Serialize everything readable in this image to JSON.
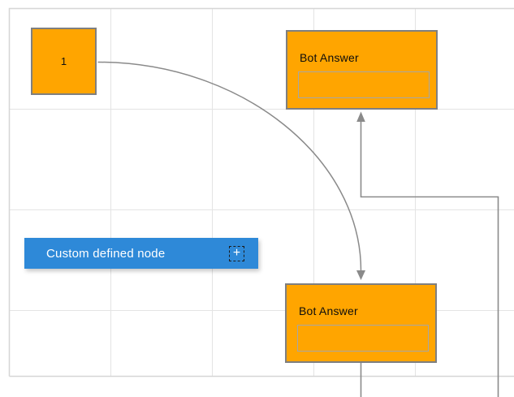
{
  "canvas": {
    "background": "#ffffff",
    "grid_color": "#e4e4e4",
    "page_border_color": "#d6d6d6"
  },
  "colors": {
    "node_orange": "#FFA500",
    "node_border_gray": "#7f7f7f",
    "node_blue": "#2E89D8",
    "connector_gray": "#8a8a8a",
    "inner_box_border": "#a6a6a6"
  },
  "nodes": {
    "start": {
      "label": "1"
    },
    "bot_answer_top": {
      "title": "Bot Answer",
      "input_value": ""
    },
    "bot_answer_bottom": {
      "title": "Bot Answer",
      "input_value": ""
    },
    "custom": {
      "label": "Custom defined node",
      "add_icon": "+"
    }
  }
}
